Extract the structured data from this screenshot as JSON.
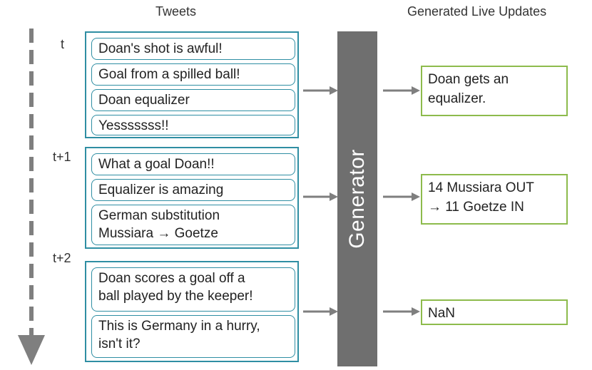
{
  "headers": {
    "tweets": "Tweets",
    "updates": "Generated Live Updates"
  },
  "time_labels": [
    "t",
    "t+1",
    "t+2"
  ],
  "groups": [
    {
      "tweets": [
        "Doan's shot is awful!",
        "Goal from a spilled ball!",
        "Doan equalizer",
        "Yesssssss!!"
      ]
    },
    {
      "tweets": [
        "What a goal Doan!!",
        "Equalizer is amazing",
        "German substitution\nMussiara → Goetze"
      ]
    },
    {
      "tweets": [
        "Doan scores a goal off a\nball played by the keeper!",
        "This is Germany in a hurry,\nisn't it?"
      ]
    }
  ],
  "generator": {
    "label": "Generator"
  },
  "updates": [
    "Doan gets an\nequalizer.",
    "14 Mussiara OUT\n→ 11 Goetze IN",
    "NaN"
  ],
  "colors": {
    "tweet_border": "#2f8ea3",
    "update_border": "#8dbb4c",
    "generator_fill": "#6f6f6f",
    "arrow": "#7f7f7f",
    "timeline": "#7f7f7f"
  }
}
